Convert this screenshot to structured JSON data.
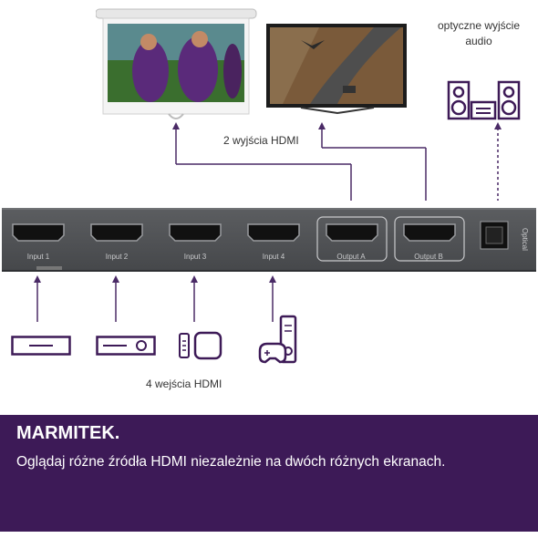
{
  "labels": {
    "audio_output": "optyczne wyjście audio",
    "hdmi_outputs": "2 wyjścia HDMI",
    "hdmi_inputs": "4 wejścia HDMI"
  },
  "ports": {
    "input1": "Input 1",
    "input2": "Input 2",
    "input3": "Input 3",
    "input4": "Input 4",
    "outputA": "Output A",
    "outputB": "Output B",
    "optical": "Optical"
  },
  "banner": {
    "brand": "MARMITEK.",
    "tagline": "Oglądaj różne źródła HDMI niezależnie na dwóch różnych ekranach."
  },
  "colors": {
    "accent": "#3d1a57",
    "device": "#505255",
    "connector_line": "#4a2a66"
  },
  "icons": [
    "projector-screen-icon",
    "tv-icon",
    "speaker-system-icon",
    "dvd-player-icon",
    "blu-ray-player-icon",
    "media-box-remote-icon",
    "game-console-icon"
  ]
}
